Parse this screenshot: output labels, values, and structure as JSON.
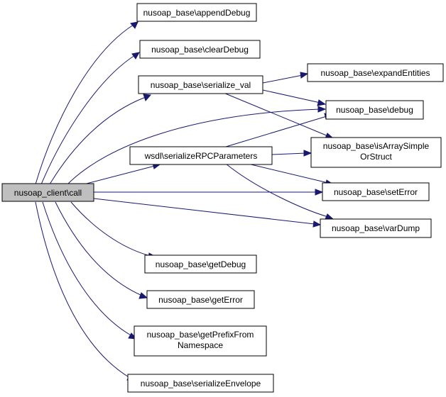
{
  "nodes": {
    "call": "nusoap_client\\call",
    "appendDebug": "nusoap_base\\appendDebug",
    "clearDebug": "nusoap_base\\clearDebug",
    "serialize_val": "nusoap_base\\serialize_val",
    "expandEntities": "nusoap_base\\expandEntities",
    "debug": "nusoap_base\\debug",
    "serializeRPCParameters": "wsdl\\serializeRPCParameters",
    "isArraySimple_1": "nusoap_base\\isArraySimple",
    "isArraySimple_2": "OrStruct",
    "setError": "nusoap_base\\setError",
    "varDump": "nusoap_base\\varDump",
    "getDebug": "nusoap_base\\getDebug",
    "getError": "nusoap_base\\getError",
    "getPrefix_1": "nusoap_base\\getPrefixFrom",
    "getPrefix_2": "Namespace",
    "serializeEnvelope": "nusoap_base\\serializeEnvelope"
  },
  "colors": {
    "edge": "#191970",
    "root_fill": "#bfbfbf",
    "node_fill": "#ffffff",
    "node_stroke": "#000000"
  }
}
